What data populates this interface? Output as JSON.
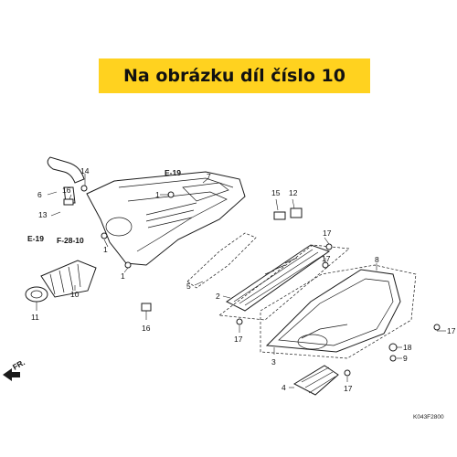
{
  "banner": {
    "title": "Na obrázku díl číslo 10"
  },
  "callouts": {
    "c1": "1",
    "c1b": "1",
    "c1c": "1",
    "c2": "2",
    "c3": "3",
    "c4": "4",
    "c5": "5",
    "c6": "6",
    "c7": "7",
    "c8": "8",
    "c9": "9",
    "c10": "10",
    "c11": "11",
    "c12": "12",
    "c13": "13",
    "c14": "14",
    "c15": "15",
    "c16a": "16",
    "c16b": "16",
    "c17a": "17",
    "c17b": "17",
    "c17c": "17",
    "c17d": "17",
    "c17e": "17",
    "c18": "18"
  },
  "refs": {
    "e19_top": "E-19",
    "e19_left": "E-19",
    "f28": "F-28-10"
  },
  "direction": {
    "front": "FR."
  },
  "footer": {
    "code": "K043F2800"
  }
}
